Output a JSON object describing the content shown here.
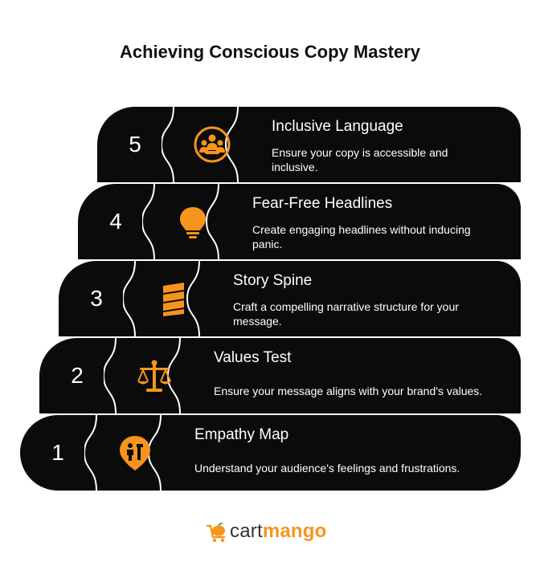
{
  "title": "Achieving Conscious Copy Mastery",
  "accent_color": "#f7941d",
  "background_color": "#0b0b0b",
  "steps": [
    {
      "number": "5",
      "title": "Inclusive Language",
      "description": "Ensure your copy is accessible and inclusive.",
      "icon": "people-circle-icon"
    },
    {
      "number": "4",
      "title": "Fear-Free Headlines",
      "description": "Create engaging headlines without inducing panic.",
      "icon": "lightbulb-icon"
    },
    {
      "number": "3",
      "title": "Story Spine",
      "description": "Craft a compelling narrative structure for your message.",
      "icon": "spine-icon"
    },
    {
      "number": "2",
      "title": "Values Test",
      "description": "Ensure your message aligns with your brand's values.",
      "icon": "scale-icon"
    },
    {
      "number": "1",
      "title": "Empathy Map",
      "description": "Understand your audience's feelings and frustrations.",
      "icon": "map-pin-people-icon"
    }
  ],
  "logo": {
    "part1": "cart",
    "part2": "mango"
  }
}
